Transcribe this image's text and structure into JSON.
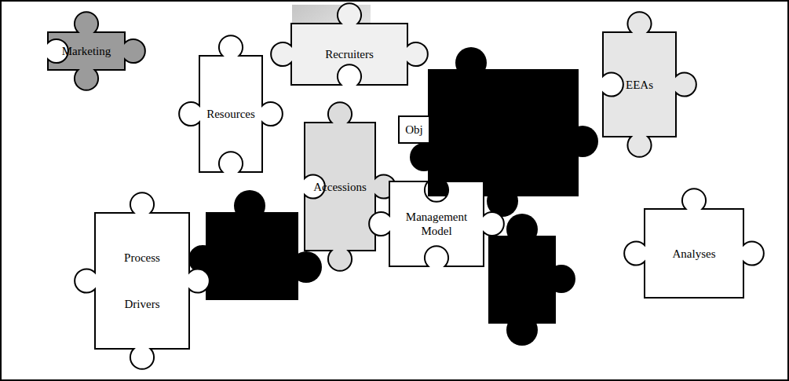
{
  "diagram": {
    "nodes": [
      {
        "text": [
          "Marketing"
        ]
      },
      {
        "text": [
          "Recruiters"
        ]
      },
      {
        "text": [
          "Resources"
        ]
      },
      {
        "text": [
          "Obj"
        ]
      },
      {
        "text": [
          "EEAs"
        ]
      },
      {
        "text": [
          "Accessions"
        ]
      },
      {
        "text": [
          "Management Model"
        ]
      },
      {
        "text": [
          "Process",
          "Drivers"
        ]
      },
      {
        "text": [
          "Analyses"
        ]
      }
    ]
  }
}
